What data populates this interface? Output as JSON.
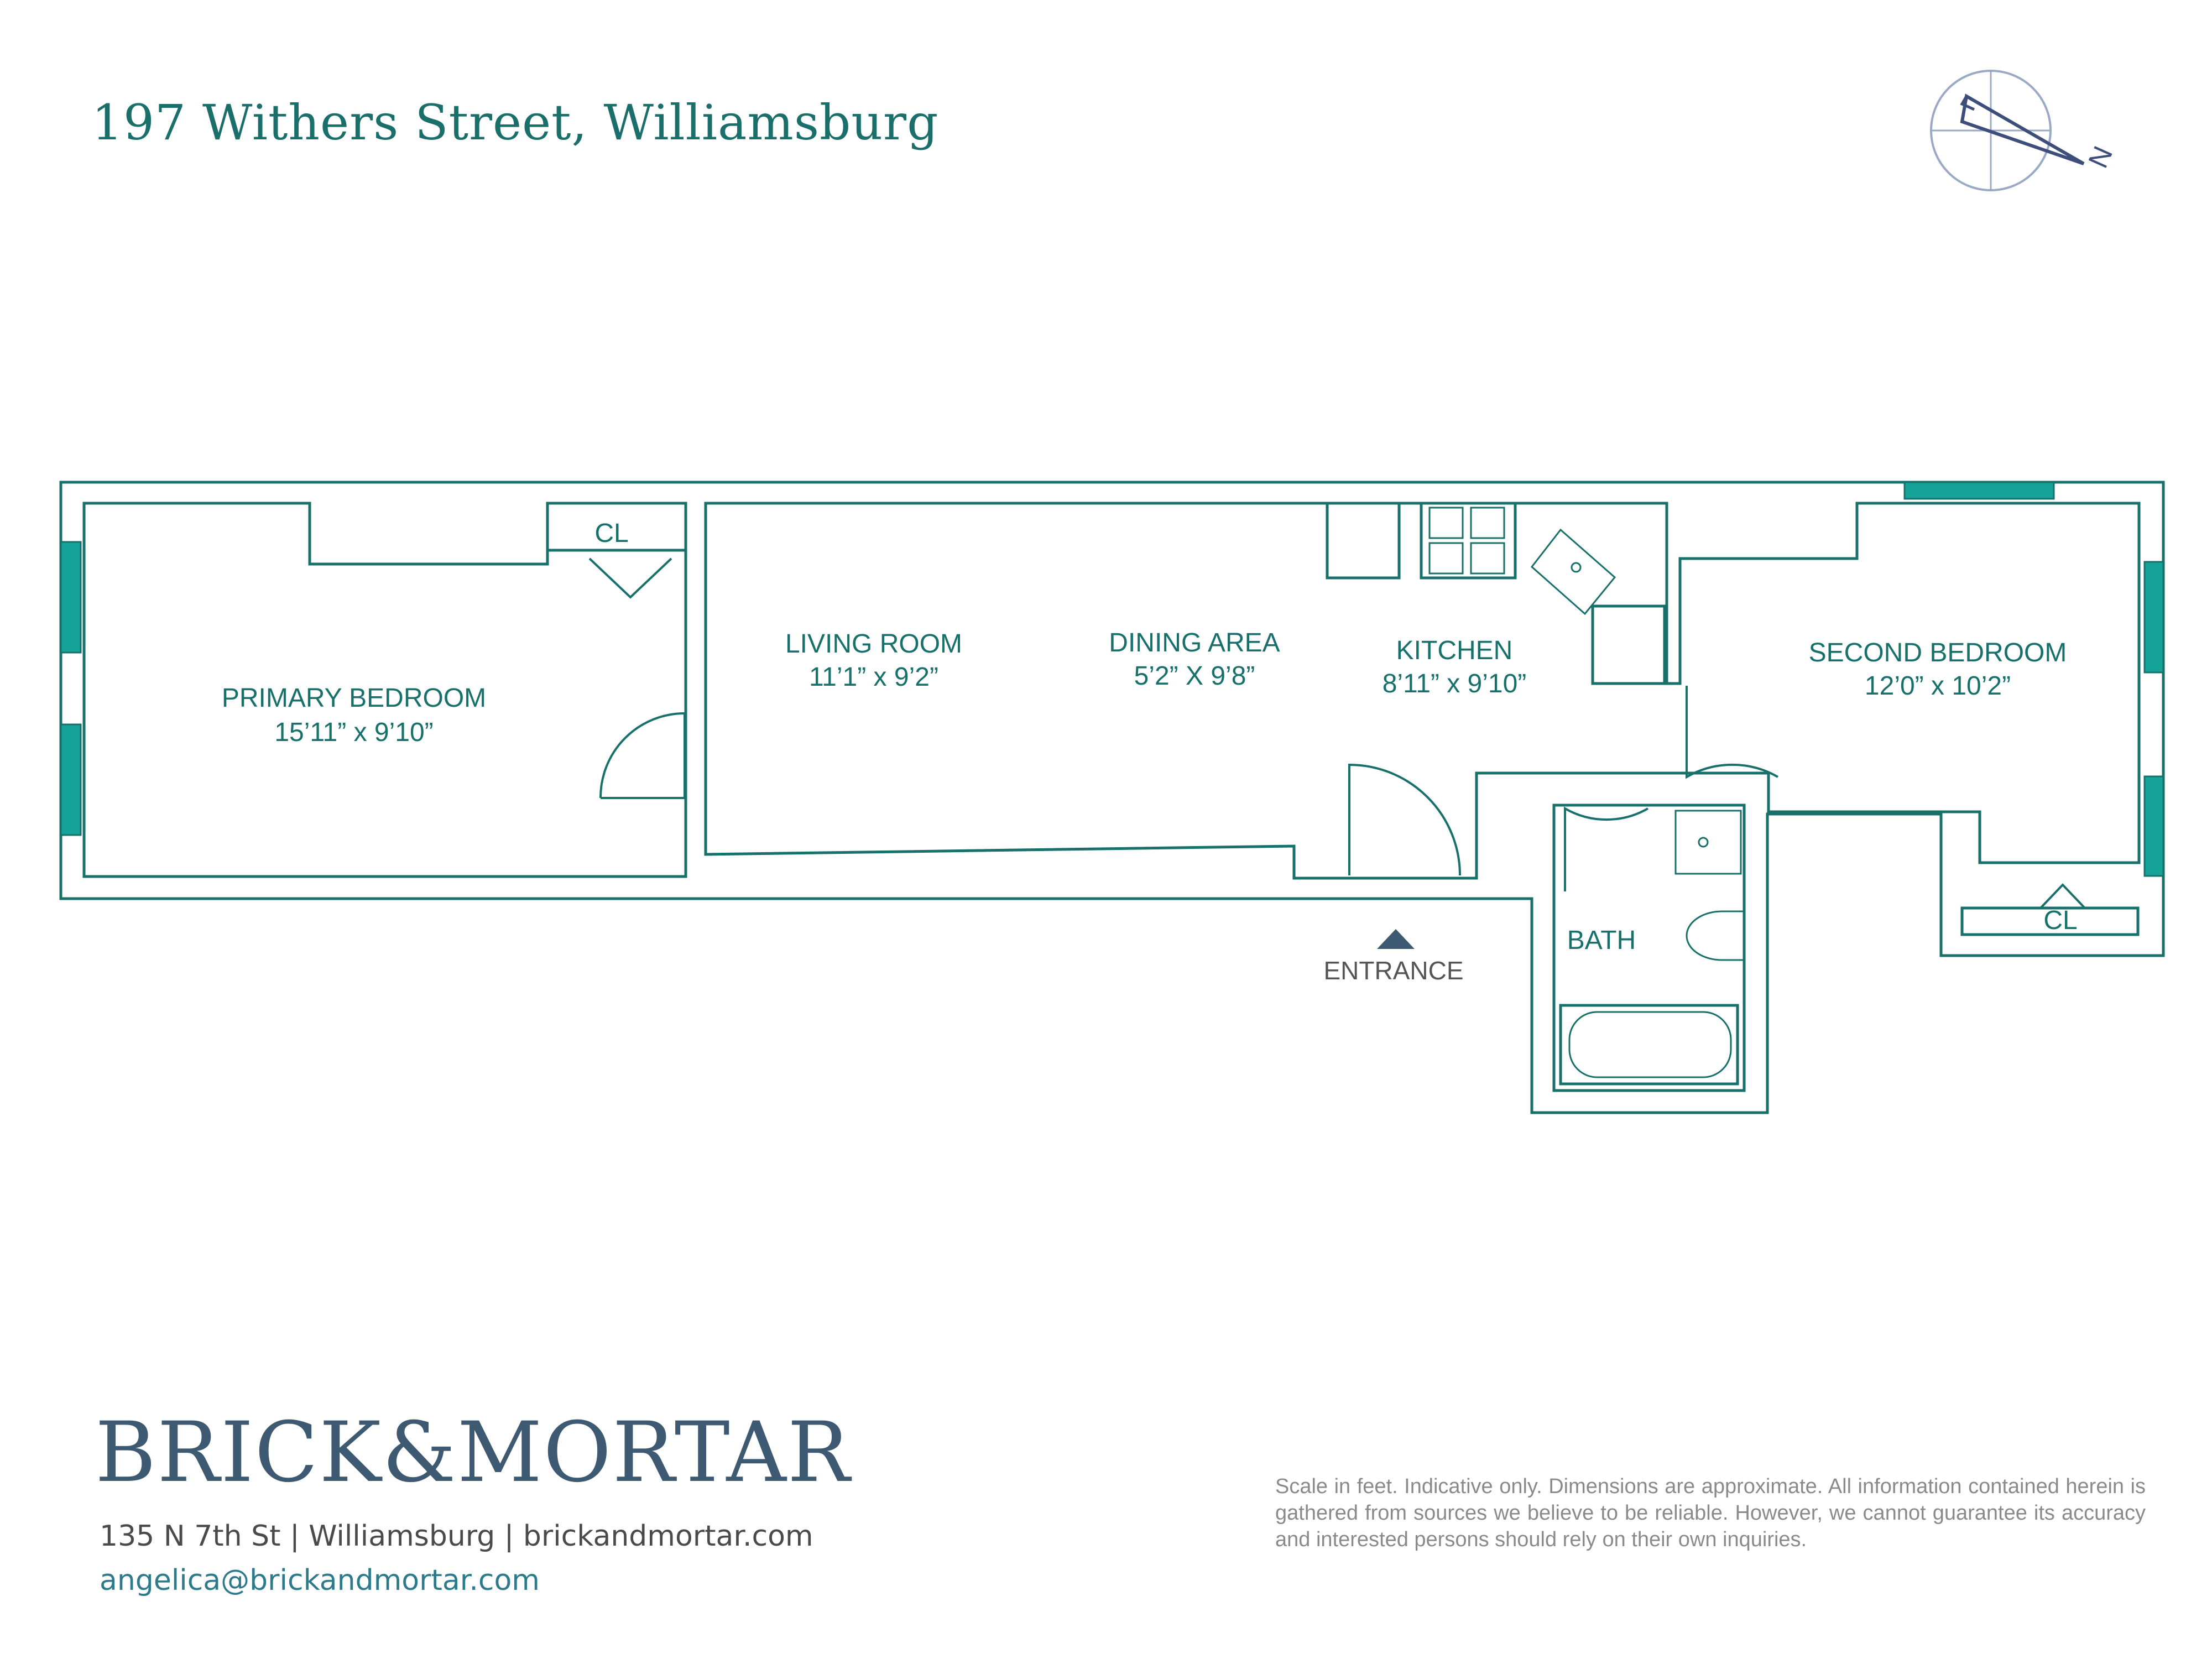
{
  "header": {
    "title": "197 Withers Street, Williamsburg"
  },
  "compass": {
    "direction_label": "N",
    "icon": "compass-icon"
  },
  "rooms": [
    {
      "name": "PRIMARY BEDROOM",
      "dims": "15’11” x 9’10”"
    },
    {
      "name": "LIVING ROOM",
      "dims": "11’1” x 9’2”"
    },
    {
      "name": "DINING AREA",
      "dims": "5’2” X 9’8”"
    },
    {
      "name": "KITCHEN",
      "dims": "8’11” x 9’10”"
    },
    {
      "name": "SECOND BEDROOM",
      "dims": "12’0” x 10’2”"
    },
    {
      "name": "BATH",
      "dims": ""
    }
  ],
  "closets": [
    {
      "label": "CL"
    },
    {
      "label": "CL"
    }
  ],
  "entrance": {
    "label": "ENTRANCE"
  },
  "footer": {
    "brand": "BRICK&MORTAR",
    "address": "135 N 7th St | Williamsburg | brickandmortar.com",
    "email": "angelica@brickandmortar.com",
    "disclaimer": "Scale in feet. Indicative only. Dimensions are approximate. All information contained herein is gathered from sources we believe to be reliable. However, we cannot guarantee its accuracy and interested persons should rely on their own inquiries."
  },
  "colors": {
    "wall": "#17706a",
    "window": "#16a39a",
    "brand": "#3e5a72",
    "marker": "#3e5a72"
  }
}
